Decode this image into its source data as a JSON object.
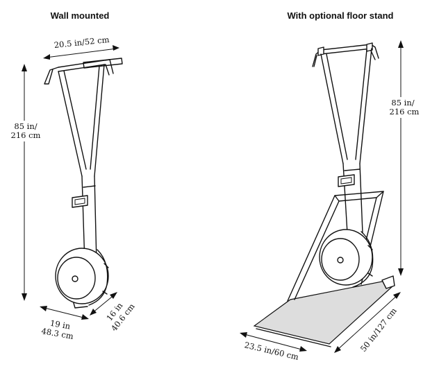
{
  "headings": {
    "wall": "Wall mounted",
    "floor": "With optional floor stand"
  },
  "wall_dims": {
    "width": "20.5 in/52 cm",
    "height_1": "85 in/",
    "height_2": "216 cm",
    "base_1": "19 in",
    "base_2": "48.3 cm",
    "depth_1": "16 in",
    "depth_2": "40.6 cm"
  },
  "floor_dims": {
    "height_1": "85 in/",
    "height_2": "216 cm",
    "width": "23.5 in/60 cm",
    "length": "50 in/127 cm"
  }
}
